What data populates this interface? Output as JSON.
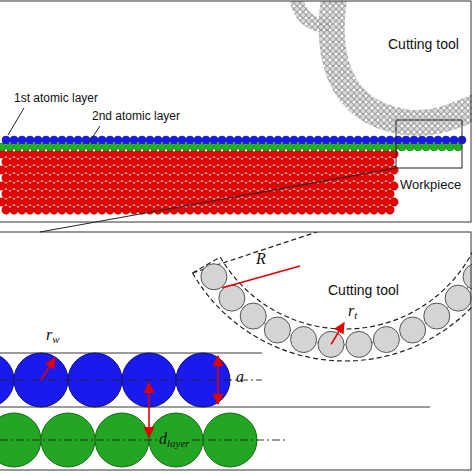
{
  "diagram": {
    "labels": [
      "1st atomic layer",
      "2nd atomic layer",
      "Cutting tool",
      "Workpiece",
      "rw",
      "a",
      "dlayer",
      "R",
      "Cutting tool",
      "rt"
    ]
  }
}
